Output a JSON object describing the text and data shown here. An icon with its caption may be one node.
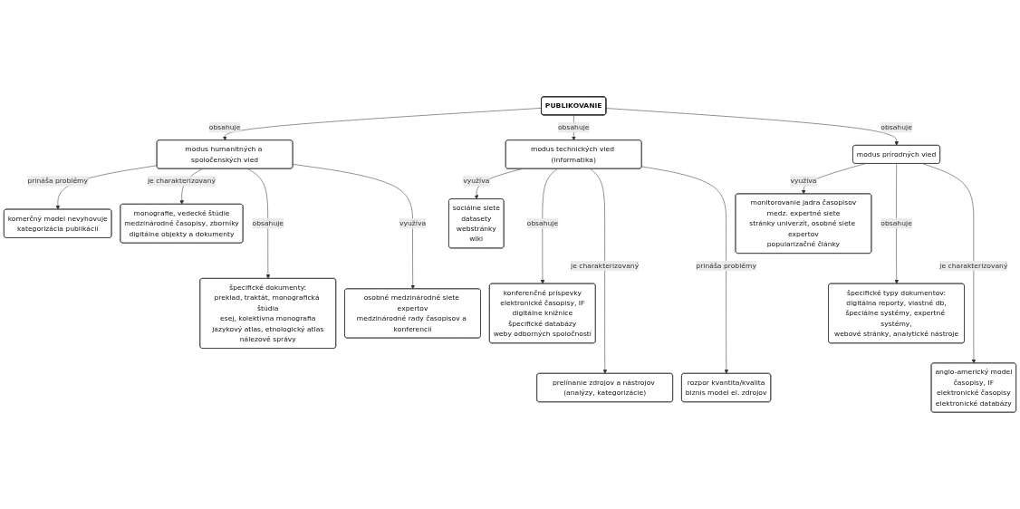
{
  "diagram": {
    "nodes": [
      {
        "text": [
          "PUBLIKOVANIE"
        ]
      },
      {
        "text": [
          "modus humanitných a spoločenských vied"
        ]
      },
      {
        "text": [
          "komerčný model nevyhovuje",
          "kategorizácia publikácií"
        ]
      },
      {
        "text": [
          "monografie, vedecké štúdie",
          "medzinárodné časopisy, zborníky",
          "digitálne objekty a dokumenty"
        ]
      },
      {
        "text": [
          "špecifické dokumenty:",
          "preklad, traktát, monografická štúdia",
          "esej, kolektívna monografia",
          "jazykový atlas, etnologický atlas",
          "nálezové správy"
        ]
      },
      {
        "text": [
          "osobné medzinárodné siete expertov",
          "medzinárodné rady časopisov a konferencií"
        ]
      },
      {
        "text": [
          "modus technických vied (informatika)"
        ]
      },
      {
        "text": [
          "sociálne siete",
          "datasety",
          "webstránky",
          "wiki"
        ]
      },
      {
        "text": [
          "konferenčné príspevky",
          "elektronické časopisy, IF",
          "digitálne knižnice",
          "špecifické databázy",
          "weby odborných spoločností"
        ]
      },
      {
        "text": [
          "prelínanie zdrojov a nástrojov (analýzy, kategorizácie)"
        ]
      },
      {
        "text": [
          "rozpor kvantita/kvalita",
          "biznis model el. zdrojov"
        ]
      },
      {
        "text": [
          "modus prírodných vied"
        ]
      },
      {
        "text": [
          "monitorovanie jadra časopisov",
          "medz. expertné siete",
          "stránky univerzít, osobné siete expertov",
          "popularizačné články"
        ]
      },
      {
        "text": [
          "špecifické typy dokumentov:",
          "digitálna reporty, vlastné db,",
          "špeciálne systémy, expertné systémy,",
          "webové stránky, analytické nástroje"
        ]
      },
      {
        "text": [
          "anglo-americký model",
          "časopisy, IF",
          "elektronické časopisy",
          "elektronické databázy"
        ]
      }
    ],
    "edges": [
      {
        "from": 0,
        "to": 1,
        "label": "obsahuje",
        "arrow": "to"
      },
      {
        "from": 1,
        "to": 2,
        "label": "prináša problémy",
        "arrow": "to"
      },
      {
        "from": 1,
        "to": 3,
        "label": "je charakterizovaný",
        "arrow": "to"
      },
      {
        "from": 1,
        "to": 4,
        "label": "obsahuje",
        "arrow": "to"
      },
      {
        "from": 1,
        "to": 5,
        "label": "využíva",
        "arrow": "to"
      },
      {
        "from": 0,
        "to": 6,
        "label": "obsahuje",
        "arrow": "to"
      },
      {
        "from": 6,
        "to": 7,
        "label": "využíva",
        "arrow": "to"
      },
      {
        "from": 6,
        "to": 8,
        "label": "obsahuje",
        "arrow": "to"
      },
      {
        "from": 6,
        "to": 9,
        "label": "je charakterizovaný",
        "arrow": "to"
      },
      {
        "from": 6,
        "to": 10,
        "label": "prináša problémy",
        "arrow": "to"
      },
      {
        "from": 0,
        "to": 11,
        "label": "obsahuje",
        "arrow": "to"
      },
      {
        "from": 11,
        "to": 12,
        "label": "využíva",
        "arrow": "to"
      },
      {
        "from": 11,
        "to": 13,
        "label": "obsahuje",
        "arrow": "to"
      },
      {
        "from": 11,
        "to": 14,
        "label": "je charakterizovaný",
        "arrow": "to"
      }
    ]
  }
}
